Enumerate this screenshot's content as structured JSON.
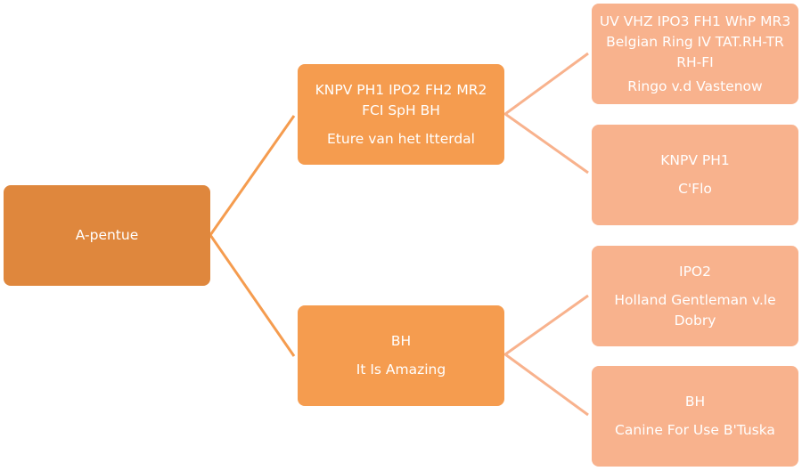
{
  "colors": {
    "root": "#df873d",
    "level2": "#f59c4f",
    "level3": "#f8b28d",
    "connector_level1": "#f59c4f",
    "connector_level2": "#f8b28d"
  },
  "tree": {
    "root": {
      "name": "A-pentue"
    },
    "sire": {
      "titles": "KNPV PH1 IPO2 FH2 MR2 FCI SpH BH",
      "name": "Eture van het Itterdal",
      "sire": {
        "titles": "UV VHZ IPO3 FH1 WhP MR3 Belgian Ring IV TAT.RH-TR RH-FI",
        "name": "Ringo v.d Vastenow"
      },
      "dam": {
        "titles": "KNPV PH1",
        "name": "C'Flo"
      }
    },
    "dam": {
      "titles": "BH",
      "name": "It Is Amazing",
      "sire": {
        "titles": "IPO2",
        "name": "Holland Gentleman v.le Dobry"
      },
      "dam": {
        "titles": "BH",
        "name": "Canine For Use B'Tuska"
      }
    }
  }
}
